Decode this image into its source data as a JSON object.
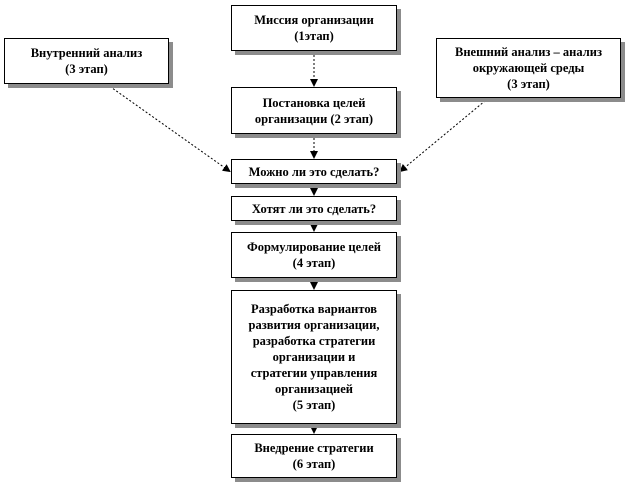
{
  "diagram": {
    "nodes": {
      "mission": {
        "lines": [
          "Миссия организации",
          "(1этап)"
        ]
      },
      "internal": {
        "lines": [
          "Внутренний анализ",
          "(3 этап)"
        ]
      },
      "external": {
        "lines": [
          "Внешний анализ – анализ",
          "окружающей  среды",
          "(3 этап)"
        ]
      },
      "goals": {
        "lines": [
          "Постановка целей",
          "организации (2 этап)"
        ]
      },
      "can": {
        "lines": [
          "Можно ли это сделать?"
        ]
      },
      "want": {
        "lines": [
          "Хотят ли это сделать?"
        ]
      },
      "formulate": {
        "lines": [
          "Формулирование целей",
          "(4 этап)"
        ]
      },
      "develop": {
        "lines": [
          "Разработка вариантов",
          "развития организации,",
          "разработка  стратегии",
          "организации и",
          "стратегии управления",
          "организацией",
          "(5 этап)"
        ]
      },
      "implement": {
        "lines": [
          "Внедрение стратегии",
          "(6 этап)"
        ]
      }
    },
    "edges": [
      {
        "from": "mission",
        "to": "goals"
      },
      {
        "from": "goals",
        "to": "can"
      },
      {
        "from": "internal",
        "to": "can"
      },
      {
        "from": "external",
        "to": "can"
      },
      {
        "from": "can",
        "to": "want"
      },
      {
        "from": "want",
        "to": "formulate"
      },
      {
        "from": "formulate",
        "to": "develop"
      },
      {
        "from": "develop",
        "to": "implement"
      }
    ],
    "colors": {
      "border": "#000000",
      "shadow": "#8c8c8c",
      "line": "#000000",
      "background": "#ffffff"
    }
  }
}
